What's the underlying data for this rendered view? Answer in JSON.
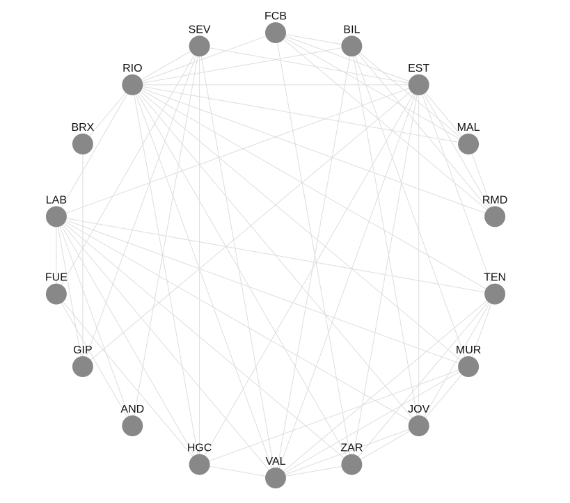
{
  "graph": {
    "colors": {
      "node": "#888888",
      "edge": "#dddddd",
      "label": "#111111",
      "background": "#ffffff"
    },
    "nodes": [
      {
        "id": "FCB",
        "label": "FCB"
      },
      {
        "id": "BIL",
        "label": "BIL"
      },
      {
        "id": "EST",
        "label": "EST"
      },
      {
        "id": "MAL",
        "label": "MAL"
      },
      {
        "id": "RMD",
        "label": "RMD"
      },
      {
        "id": "TEN",
        "label": "TEN"
      },
      {
        "id": "MUR",
        "label": "MUR"
      },
      {
        "id": "JOV",
        "label": "JOV"
      },
      {
        "id": "ZAR",
        "label": "ZAR"
      },
      {
        "id": "VAL",
        "label": "VAL"
      },
      {
        "id": "HGC",
        "label": "HGC"
      },
      {
        "id": "AND",
        "label": "AND"
      },
      {
        "id": "GIP",
        "label": "GIP"
      },
      {
        "id": "FUE",
        "label": "FUE"
      },
      {
        "id": "LAB",
        "label": "LAB"
      },
      {
        "id": "BRX",
        "label": "BRX"
      },
      {
        "id": "RIO",
        "label": "RIO"
      },
      {
        "id": "SEV",
        "label": "SEV"
      }
    ],
    "edges": [
      [
        "FCB",
        "BIL"
      ],
      [
        "FCB",
        "EST"
      ],
      [
        "FCB",
        "MAL"
      ],
      [
        "FCB",
        "RIO"
      ],
      [
        "FCB",
        "RMD"
      ],
      [
        "FCB",
        "ZAR"
      ],
      [
        "SEV",
        "RIO"
      ],
      [
        "SEV",
        "HGC"
      ],
      [
        "SEV",
        "VAL"
      ],
      [
        "SEV",
        "AND"
      ],
      [
        "SEV",
        "GIP"
      ],
      [
        "SEV",
        "FUE"
      ],
      [
        "SEV",
        "EST"
      ],
      [
        "BIL",
        "RIO"
      ],
      [
        "BIL",
        "MAL"
      ],
      [
        "BIL",
        "RMD"
      ],
      [
        "BIL",
        "MUR"
      ],
      [
        "BIL",
        "JOV"
      ],
      [
        "BIL",
        "VAL"
      ],
      [
        "EST",
        "RIO"
      ],
      [
        "EST",
        "MAL"
      ],
      [
        "EST",
        "RMD"
      ],
      [
        "EST",
        "TEN"
      ],
      [
        "EST",
        "JOV"
      ],
      [
        "EST",
        "ZAR"
      ],
      [
        "EST",
        "VAL"
      ],
      [
        "EST",
        "HGC"
      ],
      [
        "EST",
        "GIP"
      ],
      [
        "EST",
        "LAB"
      ],
      [
        "RIO",
        "BRX"
      ],
      [
        "RIO",
        "LAB"
      ],
      [
        "RIO",
        "MAL"
      ],
      [
        "RIO",
        "RMD"
      ],
      [
        "RIO",
        "TEN"
      ],
      [
        "RIO",
        "MUR"
      ],
      [
        "RIO",
        "JOV"
      ],
      [
        "RIO",
        "ZAR"
      ],
      [
        "RIO",
        "VAL"
      ],
      [
        "RIO",
        "HGC"
      ],
      [
        "BRX",
        "GIP"
      ],
      [
        "LAB",
        "FUE"
      ],
      [
        "LAB",
        "GIP"
      ],
      [
        "LAB",
        "AND"
      ],
      [
        "LAB",
        "HGC"
      ],
      [
        "LAB",
        "VAL"
      ],
      [
        "LAB",
        "ZAR"
      ],
      [
        "LAB",
        "JOV"
      ],
      [
        "LAB",
        "MUR"
      ],
      [
        "LAB",
        "TEN"
      ],
      [
        "FUE",
        "AND"
      ],
      [
        "FUE",
        "HGC"
      ],
      [
        "MAL",
        "RMD"
      ],
      [
        "TEN",
        "MUR"
      ],
      [
        "TEN",
        "JOV"
      ],
      [
        "TEN",
        "ZAR"
      ],
      [
        "TEN",
        "VAL"
      ],
      [
        "MUR",
        "VAL"
      ],
      [
        "MUR",
        "HGC"
      ],
      [
        "MUR",
        "JOV"
      ],
      [
        "JOV",
        "ZAR"
      ],
      [
        "JOV",
        "VAL"
      ],
      [
        "ZAR",
        "VAL"
      ],
      [
        "VAL",
        "HGC"
      ]
    ]
  }
}
